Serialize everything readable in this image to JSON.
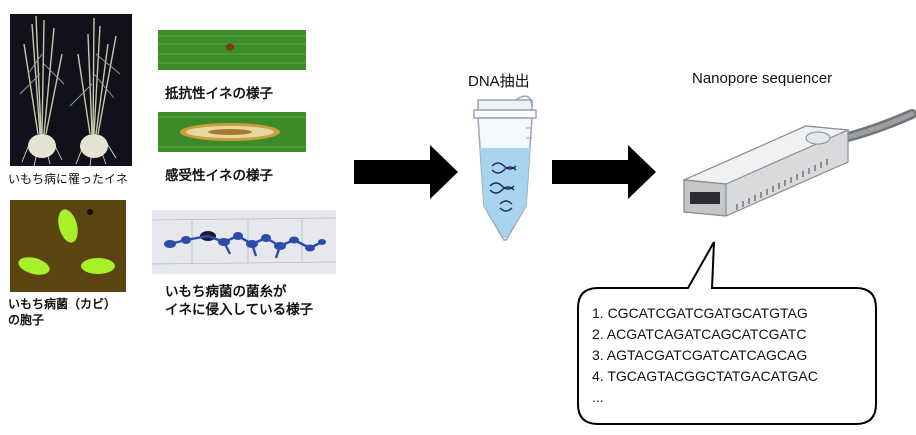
{
  "left": {
    "diseased_plant_caption": "いもち病に罹ったイネ",
    "resistant_caption": "抵抗性イネの様子",
    "susceptible_caption": "感受性イネの様子",
    "spores_caption_line1": "いもち病菌（カビ）",
    "spores_caption_line2": "の胞子",
    "hyphae_caption_line1": "いもち病菌の菌糸が",
    "hyphae_caption_line2": "イネに侵入している様子"
  },
  "middle": {
    "dna_label": "DNA抽出"
  },
  "right": {
    "sequencer_label": "Nanopore sequencer",
    "sequences": [
      "1. CGCATCGATCGATGCATGTAG",
      "2. ACGATCAGATCAGCATCGATC",
      "3. AGTACGATCGATCATCAGCAG",
      "4. TGCAGTACGGCTATGACATGAC"
    ],
    "ellipsis": "..."
  },
  "colors": {
    "arrow": "#000000",
    "leaf_green": "#3f8f2a",
    "spore_green": "#a8f028",
    "tube_liquid": "#a8d4f0",
    "hyphae_blue": "#2a4da8"
  }
}
